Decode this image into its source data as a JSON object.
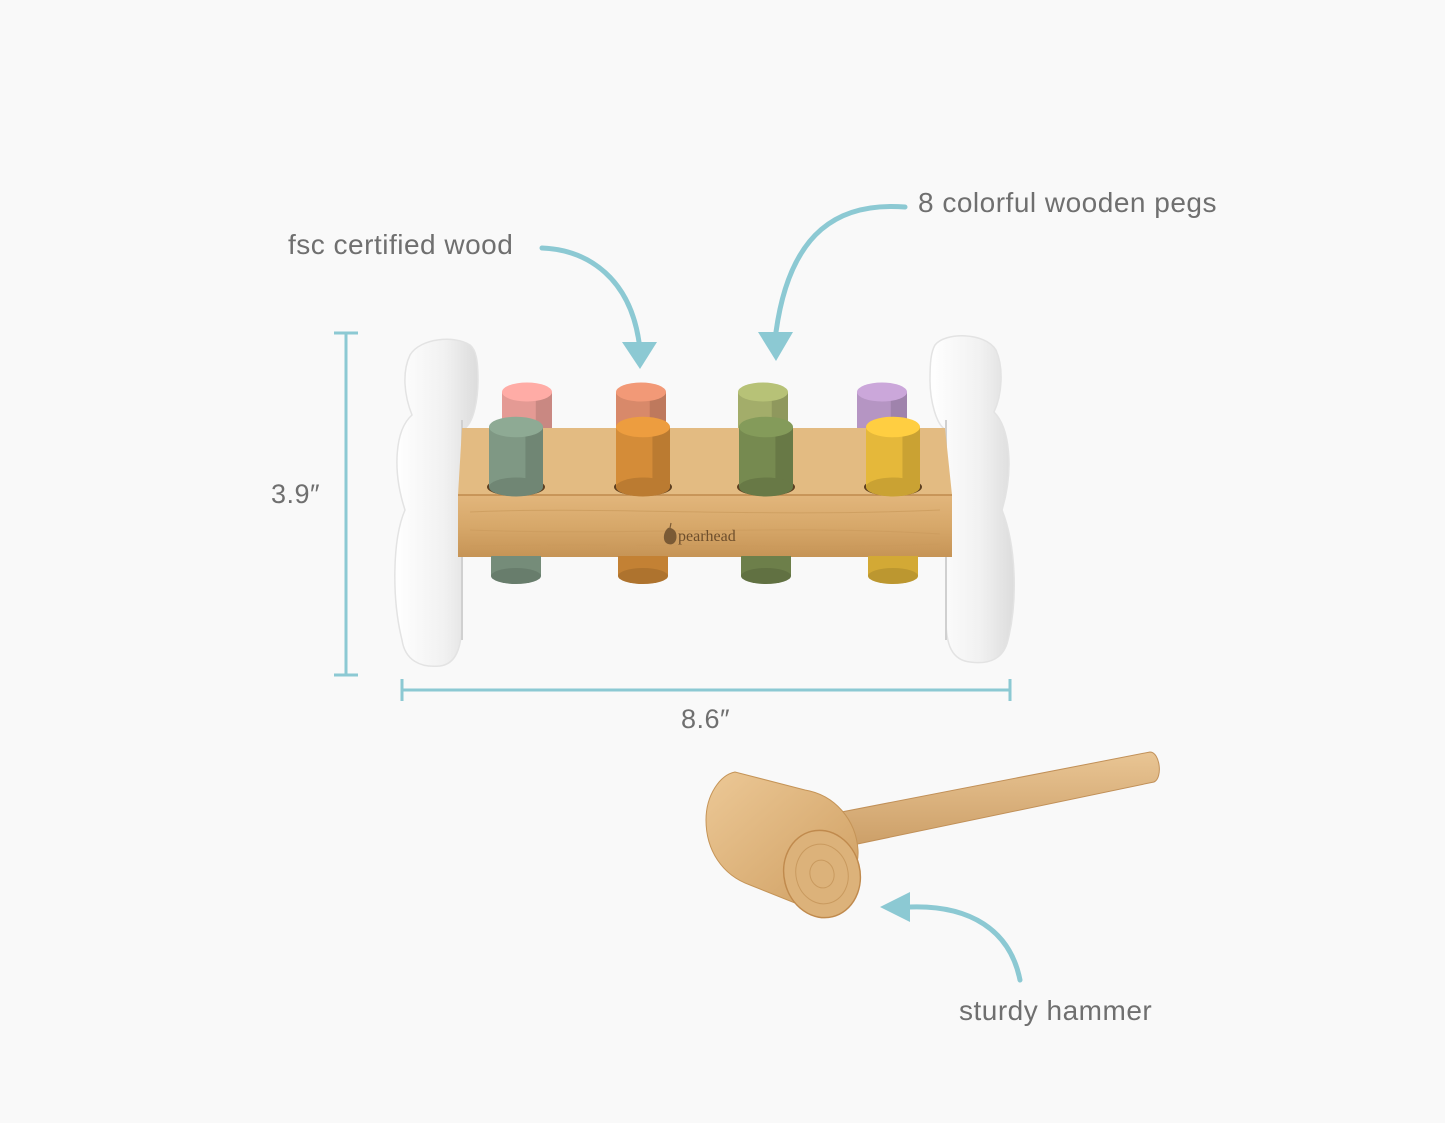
{
  "callouts": {
    "wood": "fsc certified wood",
    "pegs": "8 colorful wooden pegs",
    "hammer": "sturdy hammer"
  },
  "dimensions": {
    "height": "3.9″",
    "width": "8.6″"
  },
  "brand": "pearhead",
  "colors": {
    "accent": "#8cc9d3",
    "text": "#6f6f6f",
    "background": "#f9f9f9",
    "wood": "#d6a96c",
    "frame": "#f4f4f4"
  },
  "pegs": [
    {
      "name": "peg-pink",
      "color": "#e49a94"
    },
    {
      "name": "peg-peach",
      "color": "#d8896a"
    },
    {
      "name": "peg-green",
      "color": "#a3ad6a"
    },
    {
      "name": "peg-lavender",
      "color": "#b595c3"
    },
    {
      "name": "peg-sage",
      "color": "#7f9884"
    },
    {
      "name": "peg-orange",
      "color": "#d48c38"
    },
    {
      "name": "peg-olive",
      "color": "#768a50"
    },
    {
      "name": "peg-yellow",
      "color": "#e5b83a"
    }
  ]
}
